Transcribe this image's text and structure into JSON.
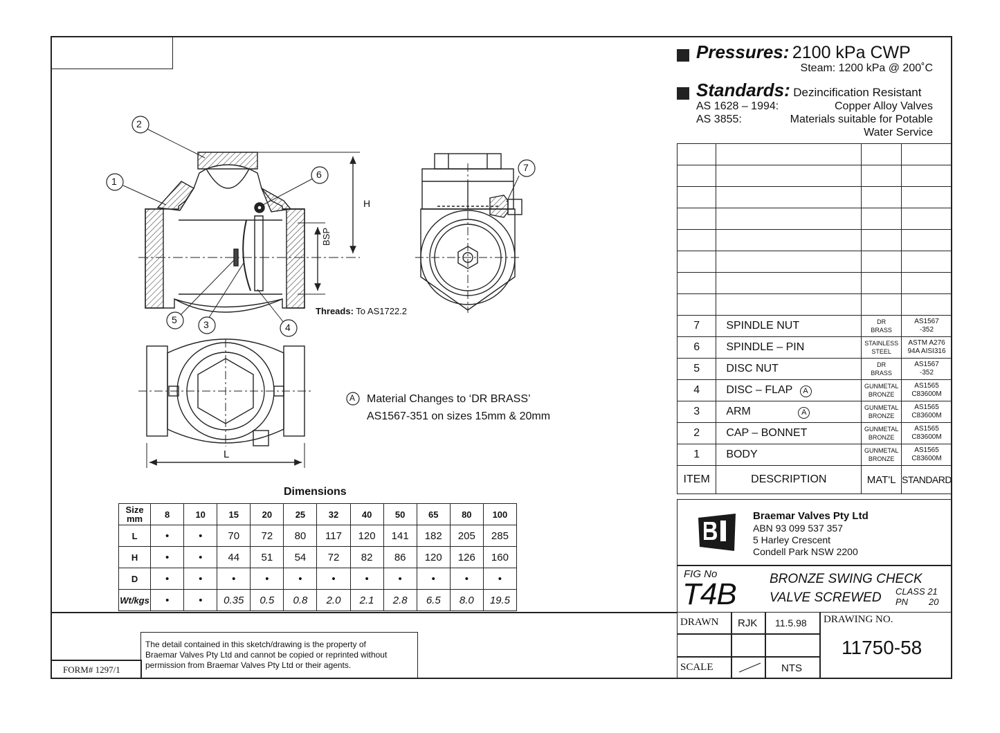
{
  "specs": {
    "pressures_heading": "Pressures:",
    "pressures_value": "2100 kPa CWP",
    "steam": "Steam: 1200 kPa @ 200˚C",
    "standards_heading": "Standards:",
    "standards_value": "Dezincification Resistant",
    "std_lines": [
      {
        "code": "AS 1628 – 1994:",
        "text": "Copper Alloy Valves"
      },
      {
        "code": "AS 3855:",
        "text": "Materials suitable for Potable"
      },
      {
        "code": "",
        "text": "Water Service"
      }
    ]
  },
  "drawing": {
    "callouts": [
      "1",
      "2",
      "3",
      "4",
      "5",
      "6",
      "7"
    ],
    "h_label": "H",
    "bsp_label": "BSP",
    "l_label": "L",
    "threads_label": "Threads:",
    "threads_value": "To AS1722.2",
    "note_marker": "A",
    "note_line1": "Material Changes to ‘DR BRASS’",
    "note_line2": "AS1567-351 on sizes 15mm & 20mm"
  },
  "dimensions": {
    "title": "Dimensions",
    "header_label": "Size mm",
    "sizes": [
      "8",
      "10",
      "15",
      "20",
      "25",
      "32",
      "40",
      "50",
      "65",
      "80",
      "100"
    ],
    "rows": [
      {
        "label": "L",
        "values": [
          "•",
          "•",
          "70",
          "72",
          "80",
          "117",
          "120",
          "141",
          "182",
          "205",
          "285"
        ]
      },
      {
        "label": "H",
        "values": [
          "•",
          "•",
          "44",
          "51",
          "54",
          "72",
          "82",
          "86",
          "120",
          "126",
          "160"
        ]
      },
      {
        "label": "D",
        "values": [
          "•",
          "•",
          "•",
          "•",
          "•",
          "•",
          "•",
          "•",
          "•",
          "•",
          "•"
        ]
      },
      {
        "label": "Wt/kgs",
        "values": [
          "•",
          "•",
          "0.35",
          "0.5",
          "0.8",
          "2.0",
          "2.1",
          "2.8",
          "6.5",
          "8.0",
          "19.5"
        ]
      }
    ]
  },
  "parts": {
    "header": {
      "item": "ITEM",
      "description": "DESCRIPTION",
      "material": "MAT'L",
      "standard": "STANDARD"
    },
    "items": [
      {
        "item": "7",
        "description": "SPINDLE NUT",
        "mat1": "DR",
        "mat2": "BRASS",
        "std1": "AS1567",
        "std2": "-352",
        "marker": ""
      },
      {
        "item": "6",
        "description": "SPINDLE – PIN",
        "mat1": "STAINLESS",
        "mat2": "STEEL",
        "std1": "ASTM A276",
        "std2": "94A AISI316",
        "marker": ""
      },
      {
        "item": "5",
        "description": "DISC NUT",
        "mat1": "DR",
        "mat2": "BRASS",
        "std1": "AS1567",
        "std2": "-352",
        "marker": ""
      },
      {
        "item": "4",
        "description": "DISC – FLAP",
        "mat1": "GUNMETAL",
        "mat2": "BRONZE",
        "std1": "AS1565",
        "std2": "C83600M",
        "marker": "A"
      },
      {
        "item": "3",
        "description": "ARM",
        "mat1": "GUNMETAL",
        "mat2": "BRONZE",
        "std1": "AS1565",
        "std2": "C83600M",
        "marker": "A"
      },
      {
        "item": "2",
        "description": "CAP – BONNET",
        "mat1": "GUNMETAL",
        "mat2": "BRONZE",
        "std1": "AS1565",
        "std2": "C83600M",
        "marker": ""
      },
      {
        "item": "1",
        "description": "BODY",
        "mat1": "GUNMETAL",
        "mat2": "BRONZE",
        "std1": "AS1565",
        "std2": "C83600M",
        "marker": ""
      }
    ]
  },
  "company": {
    "name": "Braemar Valves Pty Ltd",
    "abn": "ABN 93 099 537 357",
    "address1": "5 Harley Crescent",
    "address2": "Condell Park  NSW  2200"
  },
  "figure": {
    "fig_label": "FIG No",
    "fig_no": "T4B",
    "title1": "BRONZE SWING CHECK",
    "title2": "VALVE SCREWED",
    "class_label": "CLASS 21",
    "pn_label": "PN",
    "pn_value": "20"
  },
  "titleblock": {
    "drawn_label": "DRAWN",
    "drawn_by": "RJK",
    "date": "11.5.98",
    "drawing_no_label": "DRAWING NO.",
    "drawing_no": "11750-58",
    "scale_label": "SCALE",
    "scale_value": "NTS"
  },
  "footer": {
    "form": "FORM# 1297/1",
    "disclaimer1": "The detail contained in this sketch/drawing is the property of",
    "disclaimer2": "Braemar Valves Pty Ltd and cannot be copied or reprinted without",
    "disclaimer3": "permission from Braemar Valves Pty Ltd or their agents."
  }
}
